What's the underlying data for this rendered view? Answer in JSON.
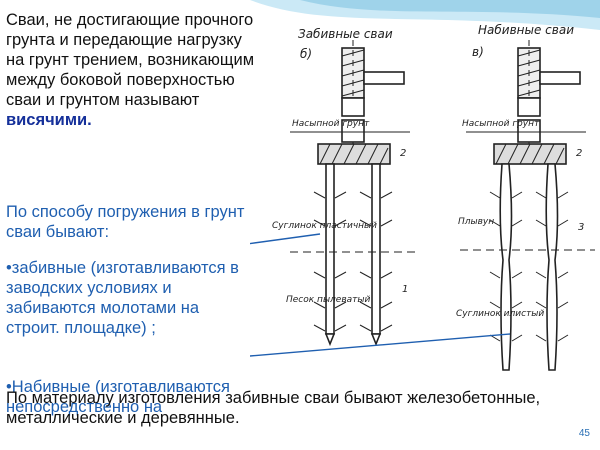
{
  "text_blocks": {
    "definition_part1": "Сваи, не достигающие прочного грунта и передающие нагрузку на грунт трением, возникающим между боковой поверхностью сваи и грунтом называют",
    "definition_emphasis": "висячими.",
    "immersion_intro": "По способу погружения в грунт сваи бывают:",
    "driven_piles": "•забивные (изготавливаются в заводских условиях и забиваются молотами на строит. площадке) ;",
    "bored_piles": "•Набивные (изготавливаются непосредственно на",
    "material_note": "По материалу изготовления забивные сваи бывают железобетонные, металлические и деревянные."
  },
  "diagram": {
    "label_driven": "Забивные сваи",
    "label_bored": "Набивные сваи",
    "panel_b": "б)",
    "panel_c": "в)",
    "fill_soil_b": "Насыпной грунт",
    "fill_soil_c": "Насыпной грунт",
    "loam": "Суглинок пластичный",
    "sand": "Песок пылеватый",
    "quicksand": "Плывун",
    "loam_silt": "Суглинок илистый",
    "mark_1": "1",
    "mark_2_left": "2",
    "mark_2_right": "2",
    "mark_3": "3"
  },
  "page_number": "45",
  "colors": {
    "accent_blue": "#1f5fb0",
    "emphasis_blue": "#15309a",
    "wave": "#9fd3ea"
  }
}
